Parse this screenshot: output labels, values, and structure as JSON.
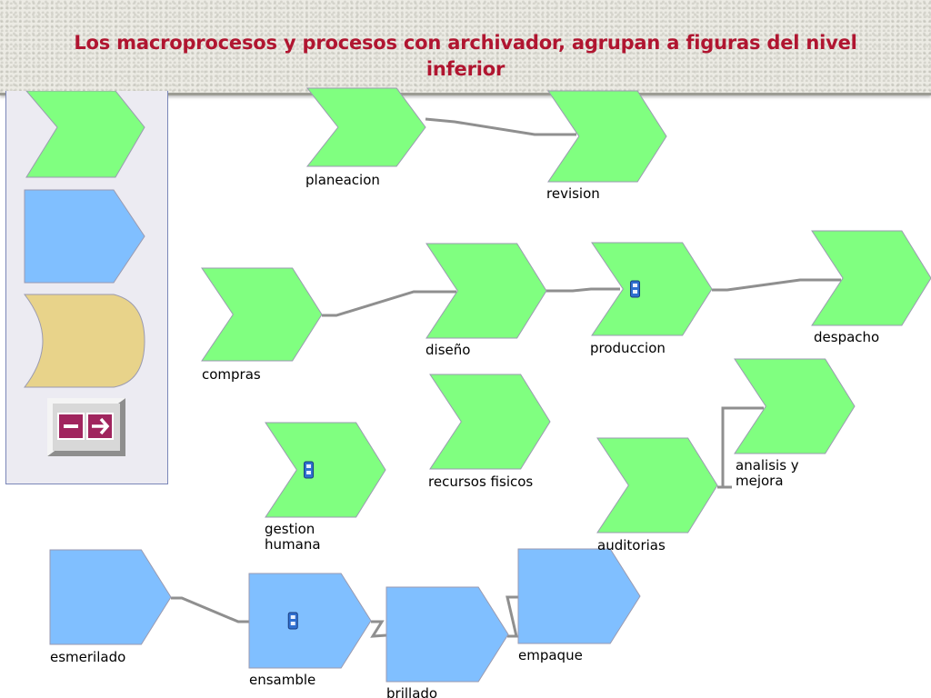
{
  "slide": {
    "title": "Los macroprocesos y procesos con archivador, agrupan a figuras del nivel inferior"
  },
  "colors": {
    "title": "#b01530",
    "macroprocess_fill": "#80ff80",
    "process_fill": "#80bfff",
    "event_fill": "#e8d38a",
    "shape_border": "#9a9ab0",
    "connector": "#8f8f8f"
  },
  "palette": {
    "items": [
      {
        "kind": "macroprocess",
        "icon": "green-chevron-icon"
      },
      {
        "kind": "process",
        "icon": "blue-pentagon-icon"
      },
      {
        "kind": "event",
        "icon": "tan-shield-icon"
      }
    ],
    "button_icons": [
      "minus-icon",
      "arrow-right-icon"
    ]
  },
  "diagram": {
    "nodes": [
      {
        "id": "planeacion",
        "label": "planeacion",
        "kind": "macroprocess",
        "has_archive": false
      },
      {
        "id": "revision",
        "label": "revision",
        "kind": "macroprocess",
        "has_archive": false
      },
      {
        "id": "compras",
        "label": "compras",
        "kind": "macroprocess",
        "has_archive": false
      },
      {
        "id": "diseno",
        "label": "diseño",
        "kind": "macroprocess",
        "has_archive": false
      },
      {
        "id": "produccion",
        "label": "produccion",
        "kind": "macroprocess",
        "has_archive": true
      },
      {
        "id": "despacho",
        "label": "despacho",
        "kind": "macroprocess",
        "has_archive": false
      },
      {
        "id": "recursos",
        "label": "recursos fisicos",
        "kind": "macroprocess",
        "has_archive": false
      },
      {
        "id": "gestion",
        "label": "gestion\nhumana",
        "kind": "macroprocess",
        "has_archive": true
      },
      {
        "id": "analisis",
        "label": "analisis y\nmejora",
        "kind": "macroprocess",
        "has_archive": false
      },
      {
        "id": "auditorias",
        "label": "auditorias",
        "kind": "macroprocess",
        "has_archive": false
      },
      {
        "id": "esmerilado",
        "label": "esmerilado",
        "kind": "process",
        "has_archive": false
      },
      {
        "id": "ensamble",
        "label": "ensamble",
        "kind": "process",
        "has_archive": true
      },
      {
        "id": "brillado",
        "label": "brillado",
        "kind": "process",
        "has_archive": false
      },
      {
        "id": "empaque",
        "label": "empaque",
        "kind": "process",
        "has_archive": false
      }
    ],
    "connections": [
      {
        "from": "planeacion",
        "to": "revision"
      },
      {
        "from": "compras",
        "to": "diseno"
      },
      {
        "from": "diseno",
        "to": "produccion"
      },
      {
        "from": "produccion",
        "to": "despacho"
      },
      {
        "from": "auditorias",
        "to": "analisis"
      },
      {
        "from": "esmerilado",
        "to": "ensamble"
      },
      {
        "from": "ensamble",
        "to": "brillado"
      },
      {
        "from": "brillado",
        "to": "empaque"
      }
    ]
  }
}
